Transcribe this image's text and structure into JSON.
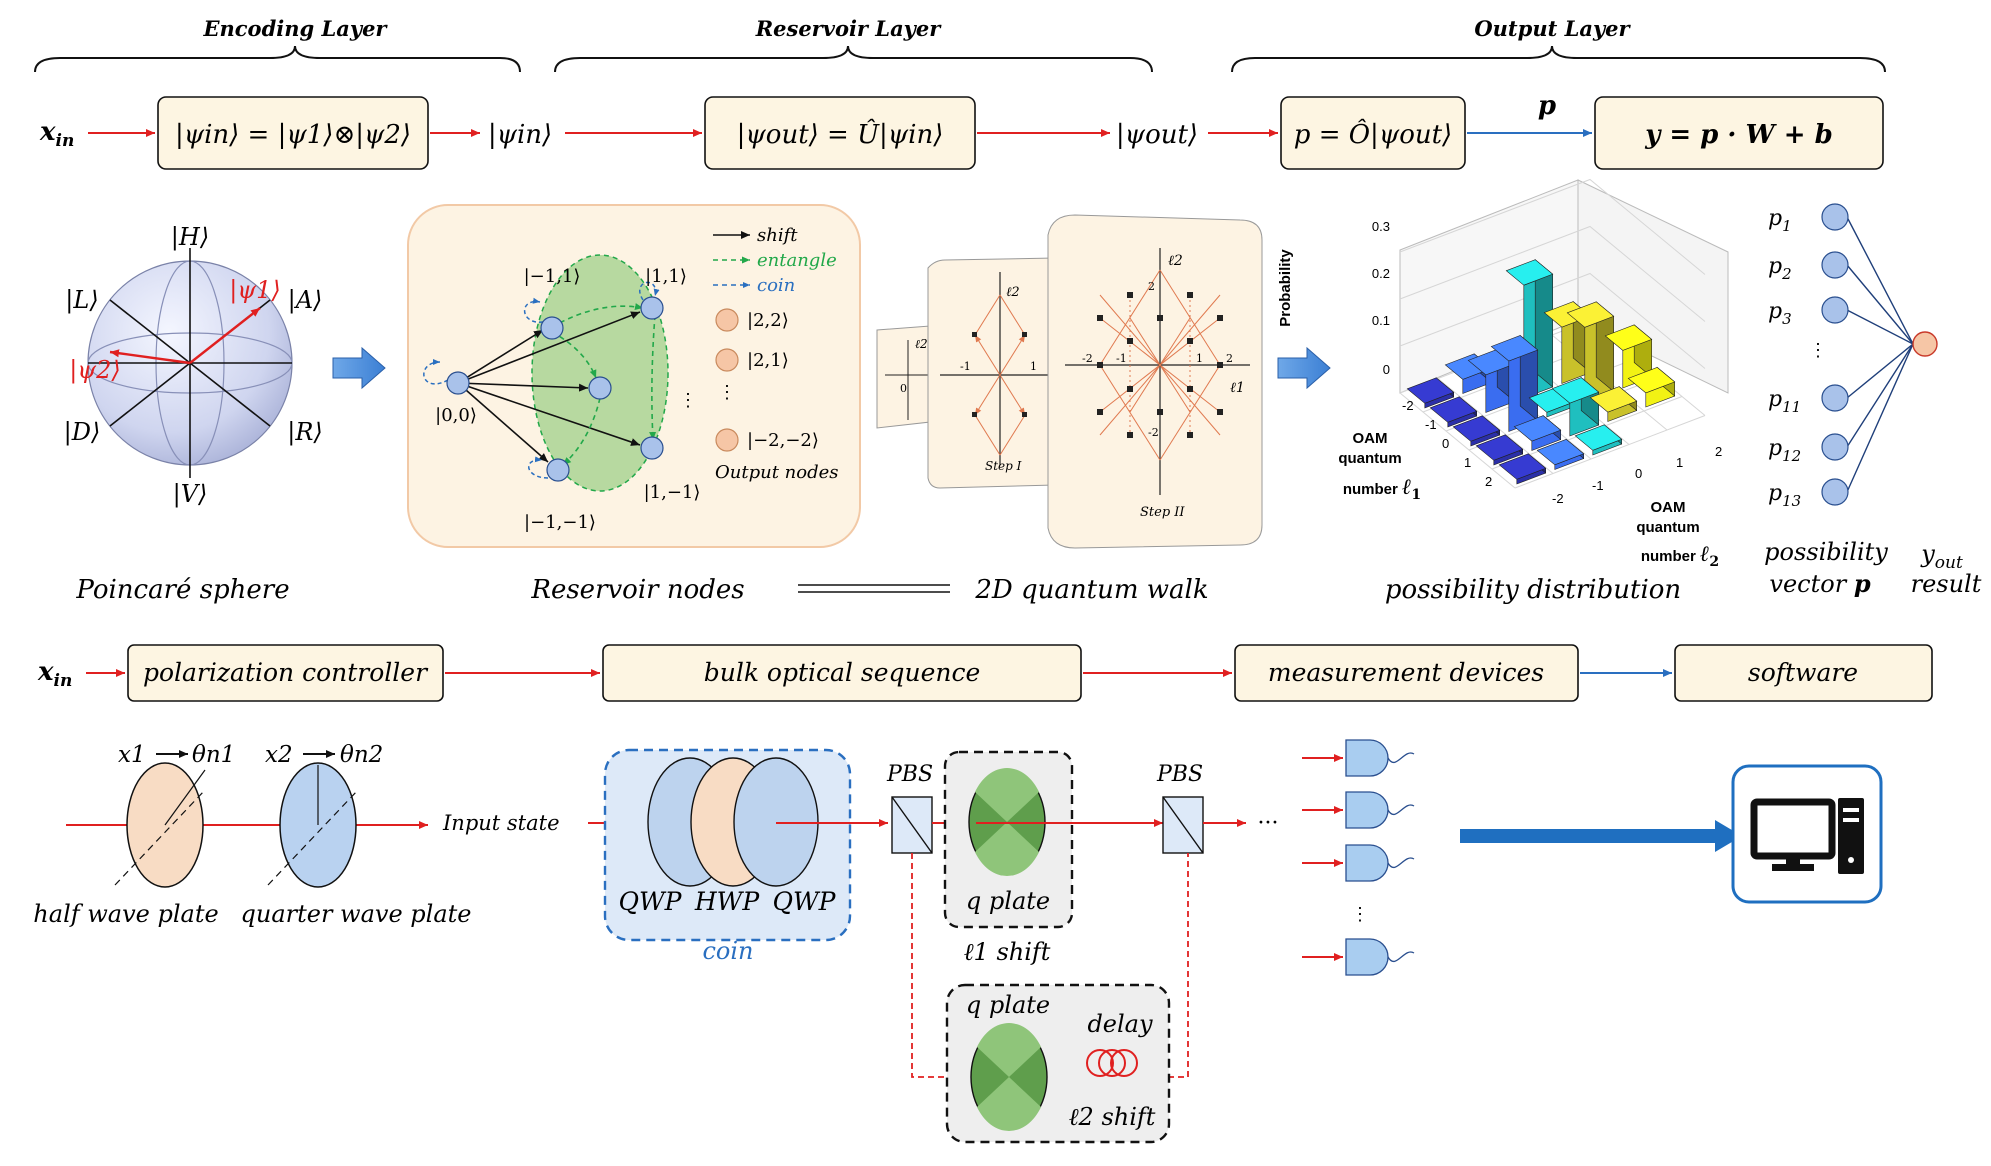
{
  "layers": {
    "encoding": "Encoding Layer",
    "reservoir": "Reservoir Layer",
    "output": "Output Layer"
  },
  "top_flow": {
    "x_in": "x",
    "x_in_sub": "in",
    "box1": "|ψin⟩ = |ψ1⟩⊗|ψ2⟩",
    "psi_in": "|ψin⟩",
    "box2": "|ψout⟩ = Û|ψin⟩",
    "psi_out": "|ψout⟩",
    "box3": "p = Ô|ψout⟩",
    "p_label": "p",
    "box4": "y = p · W + b"
  },
  "sphere": {
    "H": "|H⟩",
    "V": "|V⟩",
    "L": "|L⟩",
    "A": "|A⟩",
    "D": "|D⟩",
    "R": "|R⟩",
    "psi1": "|ψ1⟩",
    "psi2": "|ψ2⟩",
    "caption": "Poincaré sphere"
  },
  "reservoir": {
    "legend_shift": "shift",
    "legend_entangle": "entangle",
    "legend_coin": "coin",
    "node_00": "|0,0⟩",
    "node_m11": "|−1,1⟩",
    "node_11": "|1,1⟩",
    "node_1m1": "|1,−1⟩",
    "node_m1m1": "|−1,−1⟩",
    "out_22": "|2,2⟩",
    "out_21": "|2,1⟩",
    "out_dots": "⋮",
    "out_m2m2": "|−2,−2⟩",
    "output_nodes": "Output nodes",
    "caption": "Reservoir nodes",
    "caption2": "2D quantum walk"
  },
  "walk": {
    "l1": "ℓ1",
    "l2": "ℓ2",
    "step1": "Step I",
    "step2": "Step II",
    "ticks_small": [
      "-1",
      "1"
    ],
    "ticks_big": [
      "-2",
      "-1",
      "1",
      "2"
    ],
    "zero": "0"
  },
  "chart_data": {
    "type": "bar",
    "title": "",
    "zlabel": "Probability",
    "xlabel": "OAM quantum number ℓ1",
    "ylabel": "OAM quantum number ℓ2",
    "z_ticks": [
      "0",
      "0.1",
      "0.2",
      "0.3"
    ],
    "l1_ticks": [
      "-2",
      "-1",
      "0",
      "1",
      "2"
    ],
    "l2_ticks": [
      "-2",
      "-1",
      "0",
      "1",
      "2"
    ],
    "zlim": [
      0,
      0.3
    ],
    "bars": [
      {
        "l1": -2,
        "l2": -2,
        "p": 0.01,
        "color": "#2b2fa8"
      },
      {
        "l1": -1,
        "l2": -2,
        "p": 0.01,
        "color": "#2b2fa8"
      },
      {
        "l1": 0,
        "l2": -2,
        "p": 0.01,
        "color": "#2b2fa8"
      },
      {
        "l1": 1,
        "l2": -2,
        "p": 0.01,
        "color": "#2b2fa8"
      },
      {
        "l1": 2,
        "l2": -2,
        "p": 0.01,
        "color": "#2b2fa8"
      },
      {
        "l1": -2,
        "l2": -1,
        "p": 0.03,
        "color": "#3a6df0"
      },
      {
        "l1": -1,
        "l2": -1,
        "p": 0.08,
        "color": "#3a6df0"
      },
      {
        "l1": 0,
        "l2": -1,
        "p": 0.15,
        "color": "#3a6df0"
      },
      {
        "l1": 1,
        "l2": -1,
        "p": 0.02,
        "color": "#3a6df0"
      },
      {
        "l1": 2,
        "l2": -1,
        "p": 0.01,
        "color": "#3a6df0"
      },
      {
        "l1": -2,
        "l2": 0,
        "p": 0.02,
        "color": "#1fbfbf"
      },
      {
        "l1": -1,
        "l2": 0,
        "p": 0.24,
        "color": "#1fbfbf"
      },
      {
        "l1": 0,
        "l2": 0,
        "p": 0.01,
        "color": "#1fbfbf"
      },
      {
        "l1": 1,
        "l2": 0,
        "p": 0.07,
        "color": "#1fbfbf"
      },
      {
        "l1": 2,
        "l2": 0,
        "p": 0.01,
        "color": "#1fbfbf"
      },
      {
        "l1": -1,
        "l2": 1,
        "p": 0.12,
        "color": "#c9c12a"
      },
      {
        "l1": 0,
        "l2": 1,
        "p": 0.16,
        "color": "#c9c12a"
      },
      {
        "l1": 1,
        "l2": 1,
        "p": 0.02,
        "color": "#c9c12a"
      },
      {
        "l1": 0,
        "l2": 2,
        "p": 0.08,
        "color": "#f2f214"
      },
      {
        "l1": 1,
        "l2": 2,
        "p": 0.03,
        "color": "#f2f214"
      }
    ],
    "caption": "possibility distribution"
  },
  "output_layer": {
    "p_labels": [
      "p1",
      "p2",
      "p3",
      "⋮",
      "p11",
      "p12",
      "p13"
    ],
    "caption_vec1": "possibility",
    "caption_vec2": "vector",
    "caption_vec_p": "p",
    "y_out": "y",
    "y_out_sub": "out",
    "result": "result"
  },
  "bottom_flow": {
    "x_in": "x",
    "x_in_sub": "in",
    "box1": "polarization controller",
    "box2": "bulk optical sequence",
    "box3": "measurement devices",
    "box4": "software"
  },
  "optics": {
    "x1": "x1",
    "x2": "x2",
    "theta_n1": "θn1",
    "theta_n2": "θn2",
    "hwp_caption": "half wave plate",
    "qwp_caption": "quarter wave plate",
    "input_state": "Input state",
    "coin_labels": [
      "QWP",
      "HWP",
      "QWP"
    ],
    "coin": "coin",
    "pbs": "PBS",
    "q_plate": "q plate",
    "l1_shift": "ℓ1 shift",
    "l2_shift": "ℓ2 shift",
    "delay": "delay",
    "dots": "···",
    "vdots": "⋮"
  },
  "colors": {
    "red": "#e02020",
    "blue": "#2a6fc0",
    "box_fill": "#fdf5e2",
    "reservoir_fill": "#fdf3e3",
    "node_fill": "#a9c2ea",
    "out_node_fill": "#f6c6a6",
    "entangle": "#22a84a",
    "coin_fill": "#dde9f8",
    "coin_stroke": "#2a6fc0",
    "qplate_fill": "#5f9e4c",
    "shift_fill": "#eeeeee",
    "detector": "#a9cdf0"
  }
}
